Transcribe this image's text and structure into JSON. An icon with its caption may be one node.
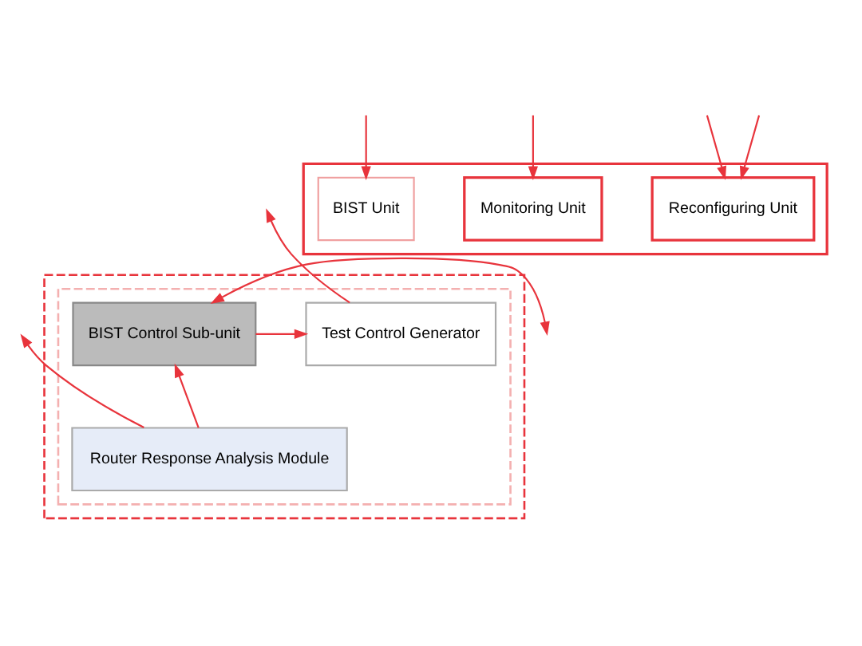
{
  "diagram": {
    "nodes": [
      {
        "text": [],
        "shape": "box"
      },
      {
        "text": [
          "BIST Unit"
        ],
        "in": 0
      },
      {
        "text": [
          "Monitoring Unit"
        ],
        "in": 0
      },
      {
        "text": [
          "Reconfiguring Unit"
        ],
        "in": 0
      },
      {
        "text": [],
        "shape": "box"
      },
      {
        "text": [],
        "shape": "box",
        "in": 4
      },
      {
        "text": [
          "Test Control Generator"
        ],
        "in": 5
      },
      {
        "text": [
          "Router Response Analysis Module"
        ],
        "in": 5
      },
      {
        "text": [
          "BIST Control Sub-unit"
        ],
        "in": 5
      }
    ],
    "edges": [
      {
        "from": null,
        "to": 1,
        "arrow": "to"
      },
      {
        "from": null,
        "to": 2,
        "arrow": "to"
      },
      {
        "from": null,
        "to": 3,
        "arrow": "to"
      },
      {
        "from": null,
        "to": 3,
        "arrow": "to"
      },
      {
        "from": 7,
        "to": null,
        "arrow": "to"
      },
      {
        "from": 6,
        "to": null,
        "arrow": "to"
      },
      {
        "from": 8,
        "to": 6,
        "arrow": "to"
      },
      {
        "from": 7,
        "to": 8,
        "arrow": "to"
      },
      {
        "from": 8,
        "to": null,
        "arrow": "both"
      }
    ]
  }
}
